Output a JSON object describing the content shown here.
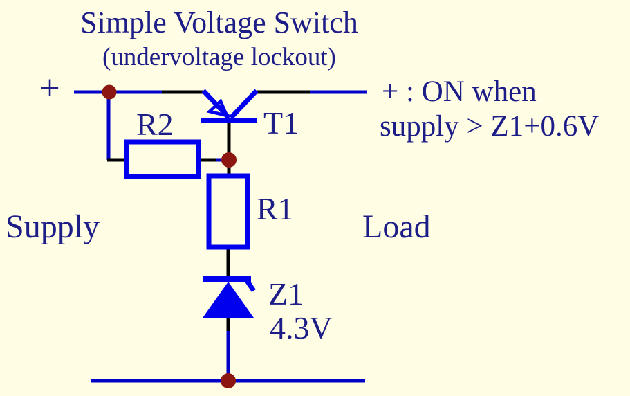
{
  "title": {
    "main": "Simple Voltage Switch",
    "subtitle": "(undervoltage lockout)"
  },
  "terminals": {
    "supply_plus": "+"
  },
  "labels": {
    "supply": "Supply",
    "load": "Load"
  },
  "components": {
    "r2": {
      "ref": "R2"
    },
    "t1": {
      "ref": "T1"
    },
    "r1": {
      "ref": "R1"
    },
    "z1": {
      "ref": "Z1",
      "value": "4.3V"
    }
  },
  "note": {
    "line1": "+ : ON when",
    "line2": "supply > Z1+0.6V"
  },
  "colors": {
    "background": "#FFFEE5",
    "text_navy": "#1D1D87",
    "wire_blue": "#0000C8",
    "component_blue": "#0000EE",
    "wire_black": "#000000",
    "junction_dot": "#8B1710"
  }
}
